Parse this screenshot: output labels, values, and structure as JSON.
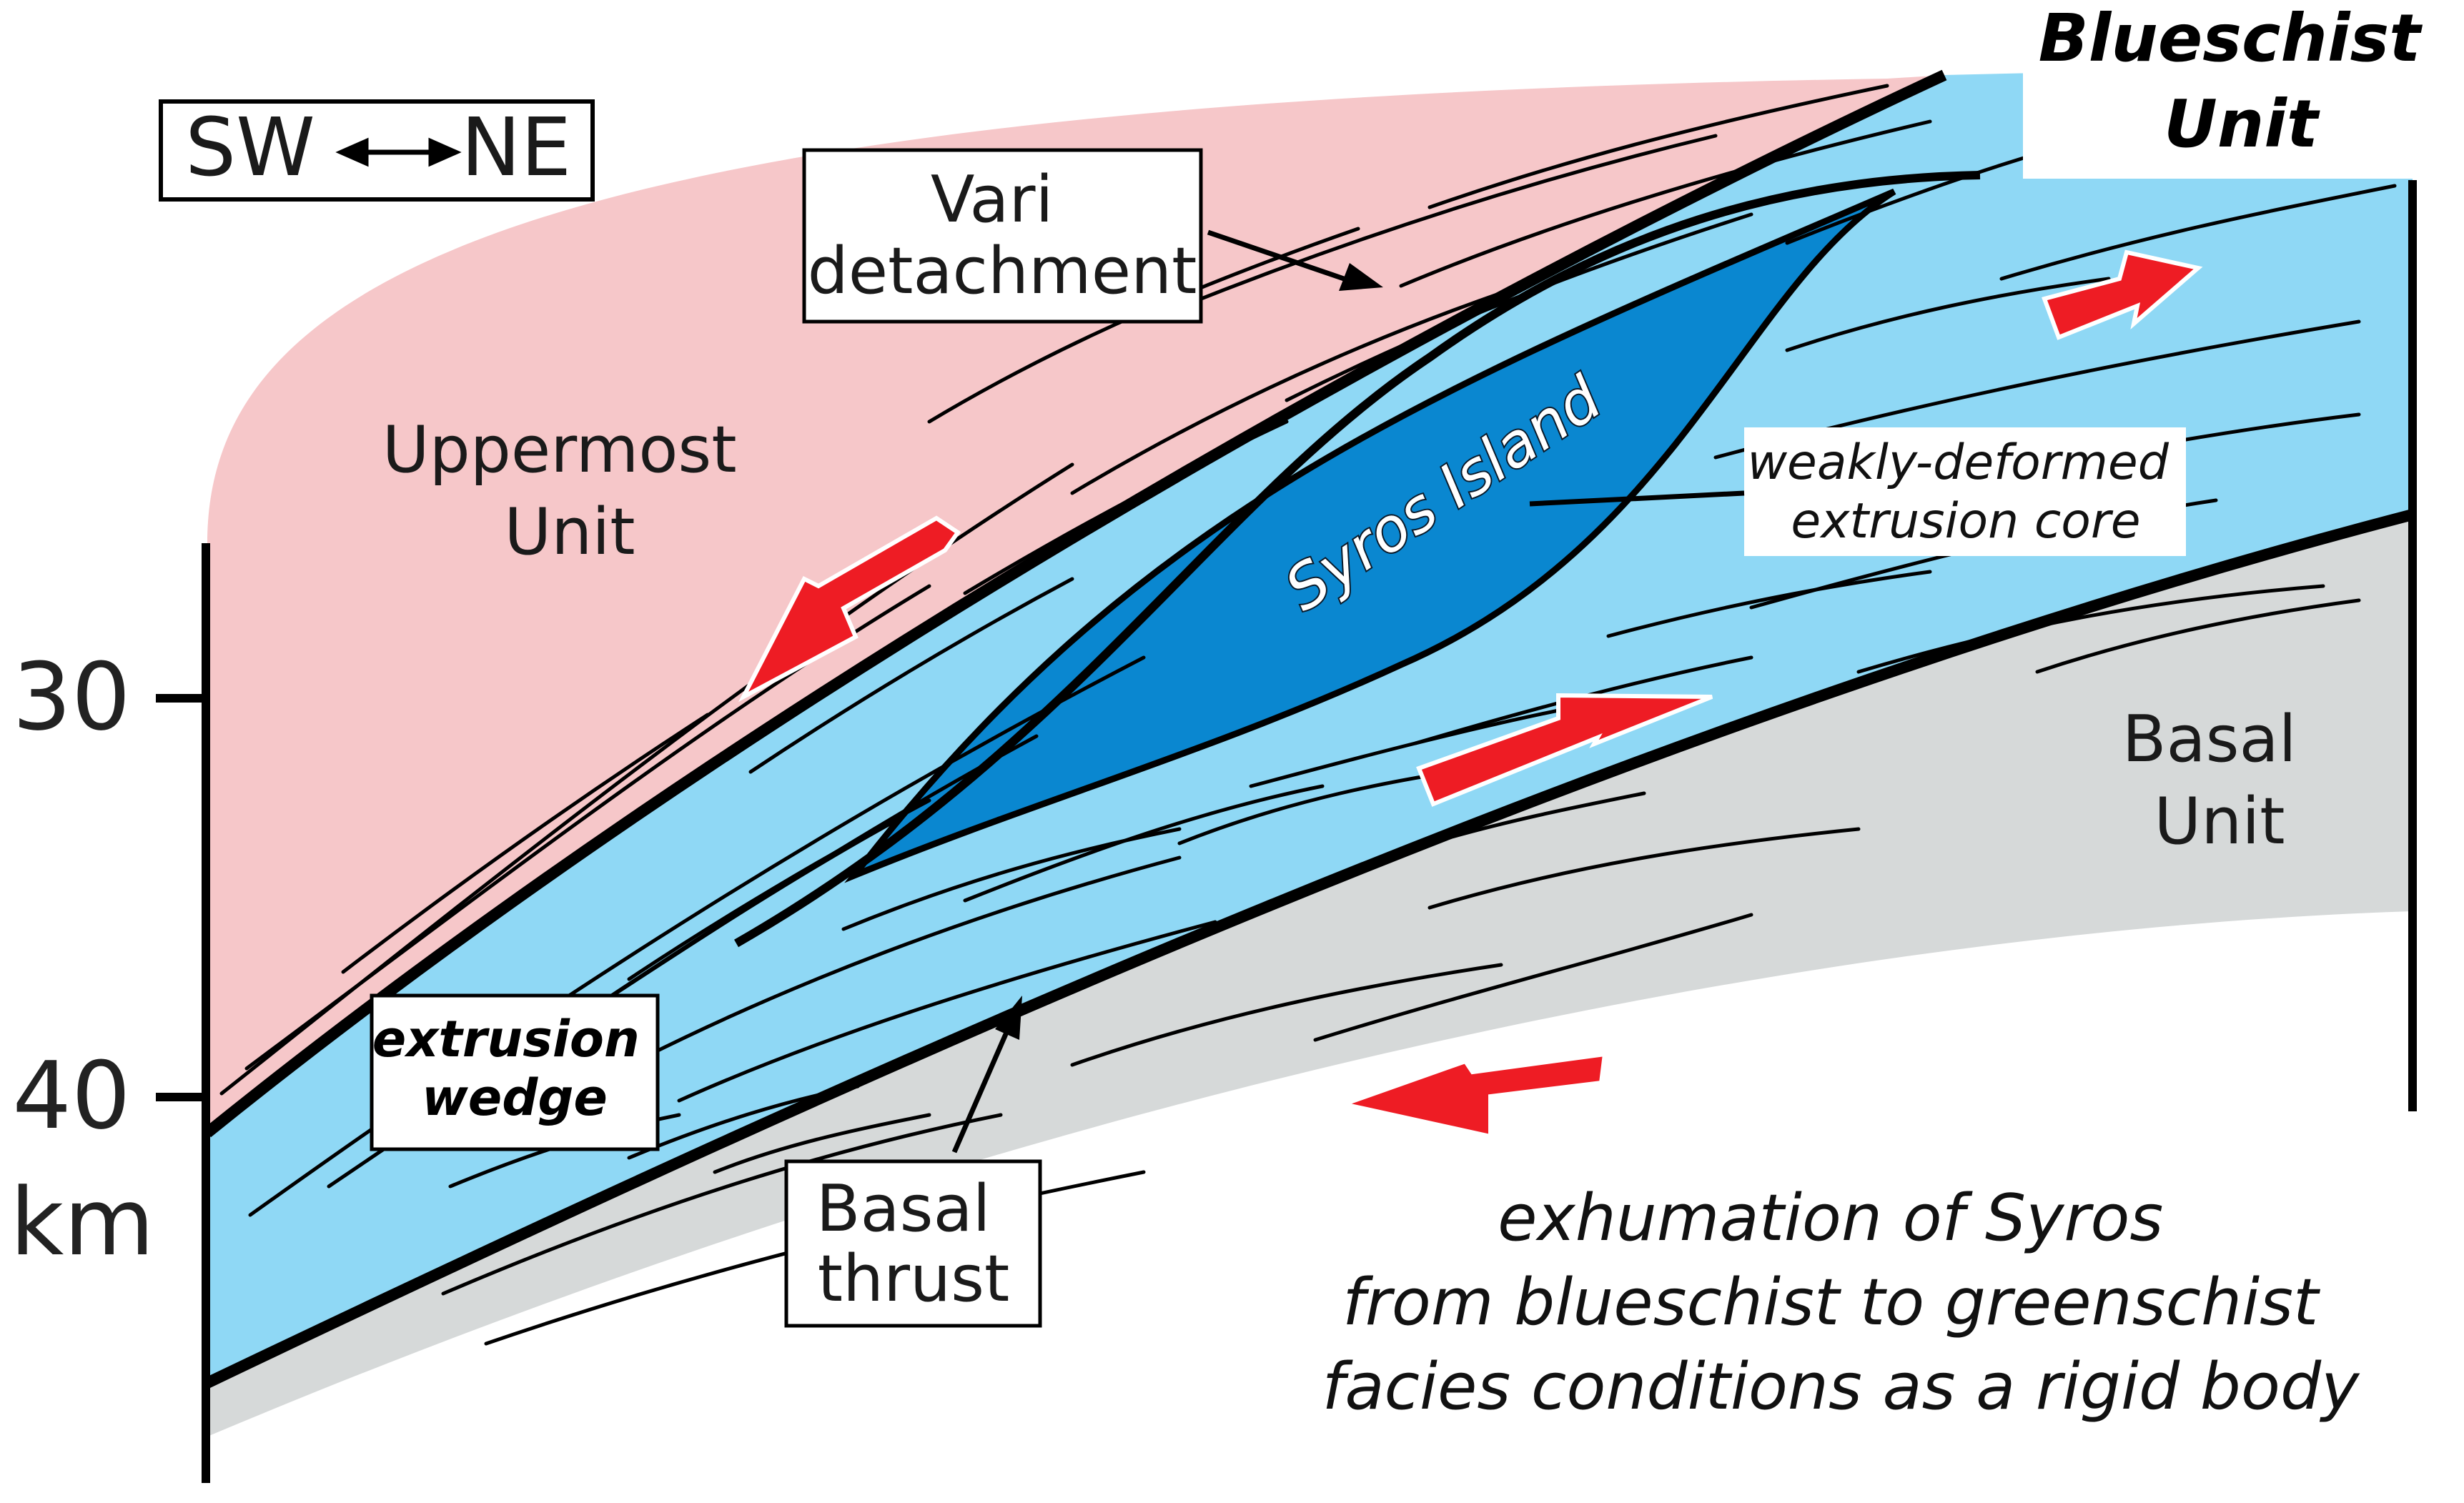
{
  "orientation": {
    "left": "SW",
    "right": "NE"
  },
  "units": {
    "uppermost": [
      "Uppermost",
      "Unit"
    ],
    "blueschist": [
      "Blueschist",
      "Unit"
    ],
    "basal": [
      "Basal",
      "Unit"
    ]
  },
  "labels": {
    "vari_detachment": [
      "Vari",
      "detachment"
    ],
    "syros_island": "Syros Island",
    "extrusion_core": [
      "weakly-deformed",
      "extrusion core"
    ],
    "extrusion_wedge": [
      "extrusion",
      "wedge"
    ],
    "basal_thrust": [
      "Basal",
      "thrust"
    ]
  },
  "depth_axis": {
    "ticks": [
      "30",
      "40"
    ],
    "unit": "km"
  },
  "caption": [
    "exhumation of Syros",
    "from blueschist to greenschist",
    "facies conditions as a rigid body"
  ],
  "colors": {
    "uppermost_unit": "#f6c7c9",
    "blueschist_unit": "#8fd8f5",
    "syros_core": "#0a87d0",
    "basal_unit": "#d6d9d9",
    "shear_arrows": "#ee1c24"
  }
}
